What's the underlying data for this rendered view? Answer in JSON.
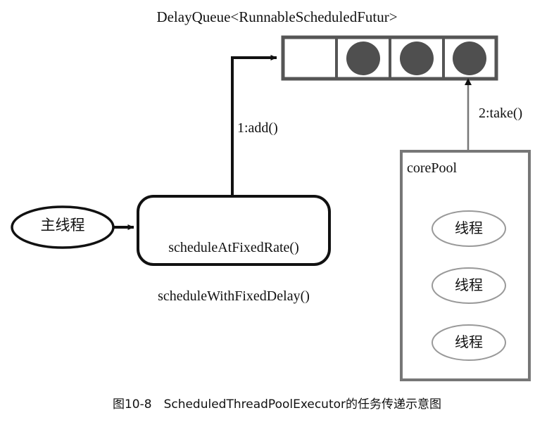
{
  "figure": {
    "caption": "图10-8　ScheduledThreadPoolExecutor的任务传递示意图",
    "caption_number": "图10-8",
    "caption_text": "ScheduledThreadPoolExecutor的任务传递示意图"
  },
  "queue": {
    "title": "DelayQueue<RunnableScheduledFutur>",
    "cells": [
      {
        "filled": false
      },
      {
        "filled": true
      },
      {
        "filled": true
      },
      {
        "filled": true
      }
    ],
    "cell_count": 4,
    "filled_count": 3,
    "border_color": "#555555",
    "token_color": "#4f4f4f"
  },
  "main_thread": {
    "label": "主线程"
  },
  "schedule_box": {
    "line1": "scheduleAtFixedRate()",
    "line2": "scheduleWithFixedDelay()",
    "border_color": "#111111"
  },
  "core_pool": {
    "label": "corePool",
    "border_color": "#777777",
    "threads": [
      {
        "label": "线程"
      },
      {
        "label": "线程"
      },
      {
        "label": "线程"
      }
    ]
  },
  "arrows": {
    "add": {
      "label": "1:add()",
      "from": "schedule_box",
      "to": "queue"
    },
    "take": {
      "label": "2:take()",
      "from": "core_pool_thread",
      "to": "queue"
    },
    "submit": {
      "label": "",
      "from": "main_thread",
      "to": "schedule_box"
    }
  }
}
